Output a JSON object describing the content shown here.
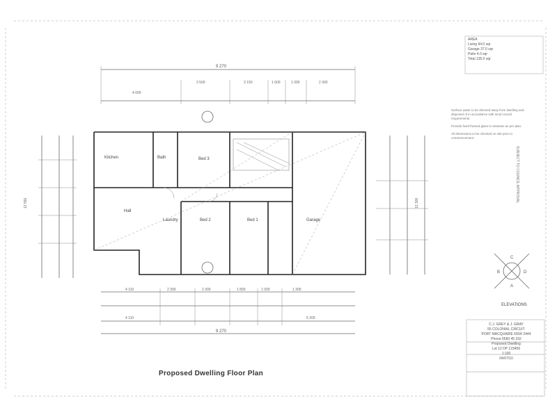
{
  "drawing": {
    "title": "Proposed Dwelling Floor Plan",
    "area_block": {
      "heading": "AREA",
      "rows": [
        {
          "label": "Living",
          "value": "94.0 sqr"
        },
        {
          "label": "Garage",
          "value": "37.0 sqr"
        },
        {
          "label": "Patio",
          "value": "4.0 sqr"
        },
        {
          "label": "Total",
          "value": "135.0 sqr"
        }
      ]
    },
    "rooms": [
      "Kitchen",
      "Bath",
      "Bed 3",
      "Bed 2",
      "Bed 1",
      "Garage",
      "Laundry",
      "Hall"
    ],
    "dimensions": {
      "overall_top": "9 270",
      "overall_bottom": "9 270",
      "left_total": "12 550",
      "right_total": "12 300",
      "top_row": [
        "4 000",
        "3 500",
        "3 150",
        "1 600",
        "1 000",
        "2 300"
      ],
      "bottom_row": [
        "4 110",
        "2 300",
        "2 300",
        "1 800",
        "1 000",
        "1 300"
      ],
      "bottom_sub": [
        "4 110",
        "5 200"
      ]
    },
    "notes": [
      "Surface water to be directed away from dwelling and disposed of in accordance with local council requirements.",
      "Provide fixed framed glass to windows as per plan.",
      "All dimensions to be checked on site prior to commencement."
    ],
    "elevations_label": "ELEVATIONS",
    "compass": {
      "a": "A",
      "b": "B",
      "c": "C",
      "d": "D"
    },
    "title_block": {
      "client_line1": "C.J. GREY & J. GRAY",
      "client_line2": "55 COLONIAL CIRCUIT",
      "client_line3": "PORT MACQUARIE NSW 2444",
      "phone": "Phone 6583 45 332",
      "detail1": "Proposed Dwelling",
      "detail2": "Lot 12 DP 123456",
      "scale": "1:100",
      "date": "04/07/10"
    },
    "side_label": "SUBJECT TO COUNCIL APPROVAL"
  }
}
